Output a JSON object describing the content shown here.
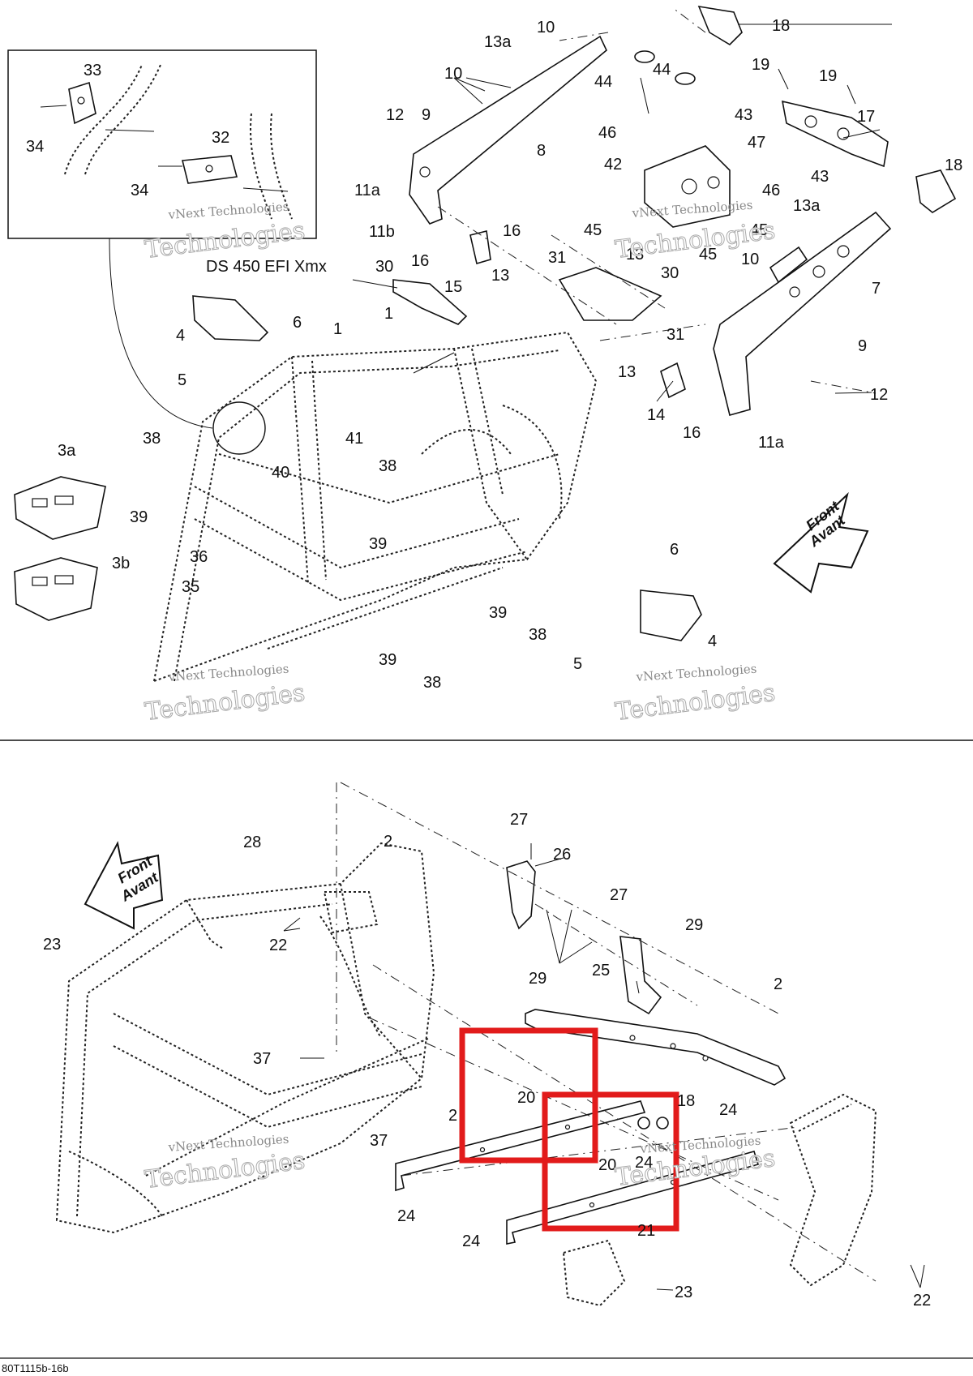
{
  "labels_top": [
    "10",
    "13a",
    "18",
    "44",
    "44",
    "19",
    "19",
    "10",
    "17",
    "12",
    "9",
    "8",
    "46",
    "43",
    "47",
    "42",
    "18",
    "46",
    "43",
    "11a",
    "13a",
    "11b",
    "16",
    "45",
    "45",
    "16",
    "15",
    "13",
    "45",
    "13",
    "DS 450 EFI Xmx",
    "30",
    "31",
    "30",
    "7",
    "10",
    "1",
    "4",
    "6",
    "1",
    "31",
    "13",
    "9",
    "5",
    "14",
    "16",
    "12",
    "11a",
    "41",
    "38",
    "3a",
    "40",
    "38",
    "39",
    "39",
    "3b",
    "36",
    "35",
    "6",
    "39",
    "38",
    "4",
    "5",
    "39",
    "38",
    "33",
    "32",
    "34",
    "34"
  ],
  "labels_bottom": [
    "27",
    "26",
    "28",
    "2",
    "27",
    "29",
    "22",
    "23",
    "25",
    "29",
    "2",
    "37",
    "18",
    "20",
    "24",
    "2",
    "37",
    "20",
    "24",
    "24",
    "24",
    "21",
    "23",
    "22"
  ],
  "front_arrow": {
    "line1": "Front",
    "line2": "Avant"
  },
  "watermark": {
    "small": "vNext Technologies",
    "large": "Technologies"
  },
  "sheet_code": "80T1115b-16b",
  "highlight_color": "#e21b1b"
}
